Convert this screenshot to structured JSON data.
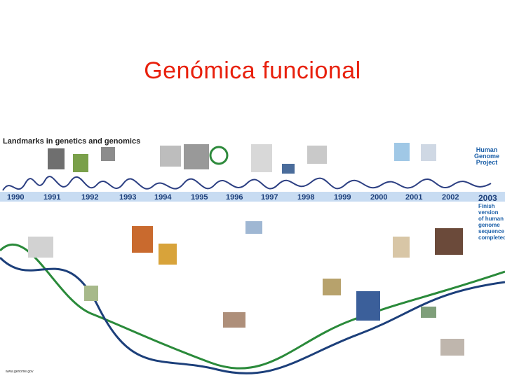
{
  "slide": {
    "title": "Genómica funcional"
  },
  "poster": {
    "title": "Landmarks in genetics and genomics",
    "logo_text": "Human Genome Project",
    "years": [
      "1990",
      "1991",
      "1992",
      "1993",
      "1994",
      "1995",
      "1996",
      "1997",
      "1998",
      "1999",
      "2000",
      "2001",
      "2002",
      "2003"
    ],
    "final_text": "Finish version of human genome sequence completed",
    "footer": "www.genome.gov"
  },
  "colors": {
    "title": "#e8200c",
    "timeline_blue": "#1c3f7a",
    "dna_strand": "#2a8a3a",
    "accent_orange": "#e87a1a"
  }
}
